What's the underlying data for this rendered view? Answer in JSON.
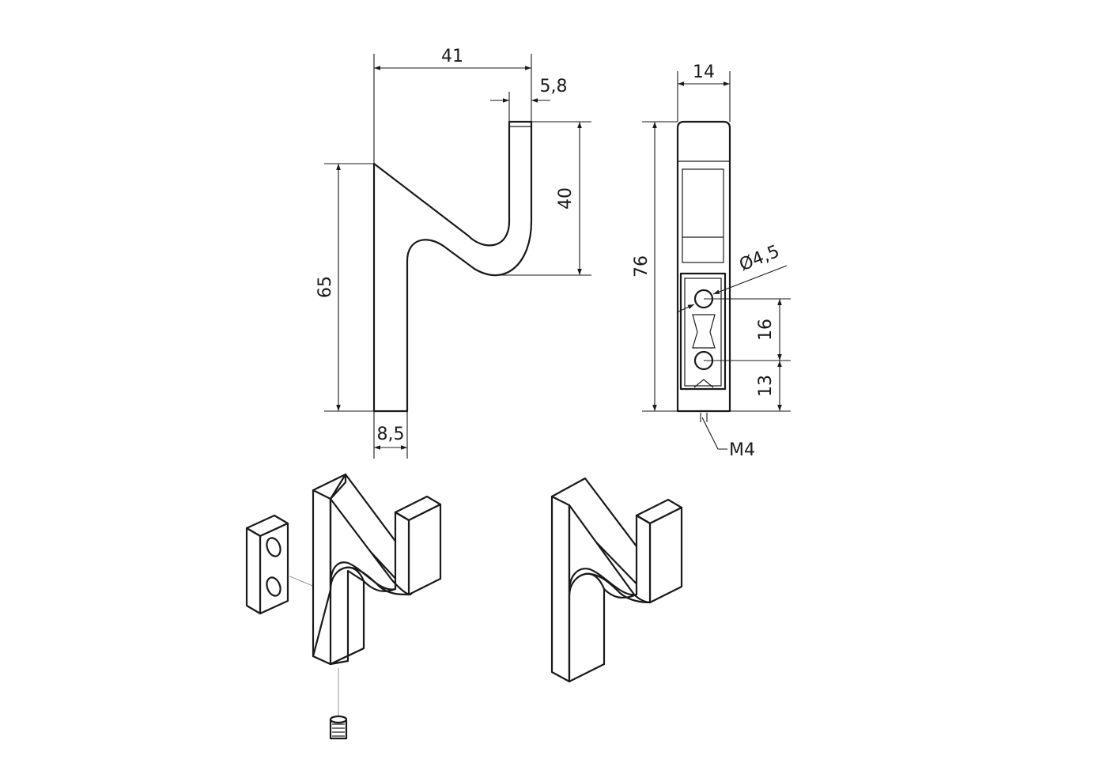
{
  "dimensions": {
    "hook_width": "41",
    "tip_thickness": "5,8",
    "hook_depth": "40",
    "total_height": "65",
    "leg_thickness": "8,5",
    "side_width": "14",
    "side_height": "76",
    "hole_diameter": "Ø4,5",
    "hole_spacing": "16",
    "hole_offset": "13",
    "thread": "M4"
  }
}
